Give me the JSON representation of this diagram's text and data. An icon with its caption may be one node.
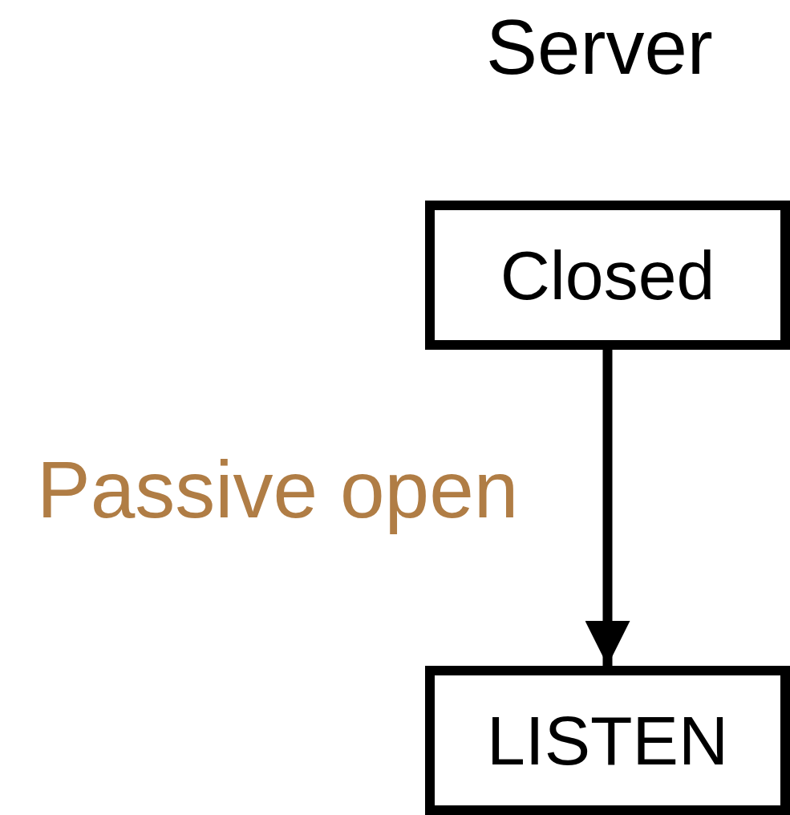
{
  "diagram": {
    "title": "Server",
    "nodes": [
      {
        "text": [
          "Closed"
        ]
      },
      {
        "text": [
          "LISTEN"
        ]
      }
    ],
    "edges": [
      {
        "from": 0,
        "to": 1,
        "arrow": "to",
        "label": "Passive open"
      }
    ]
  }
}
